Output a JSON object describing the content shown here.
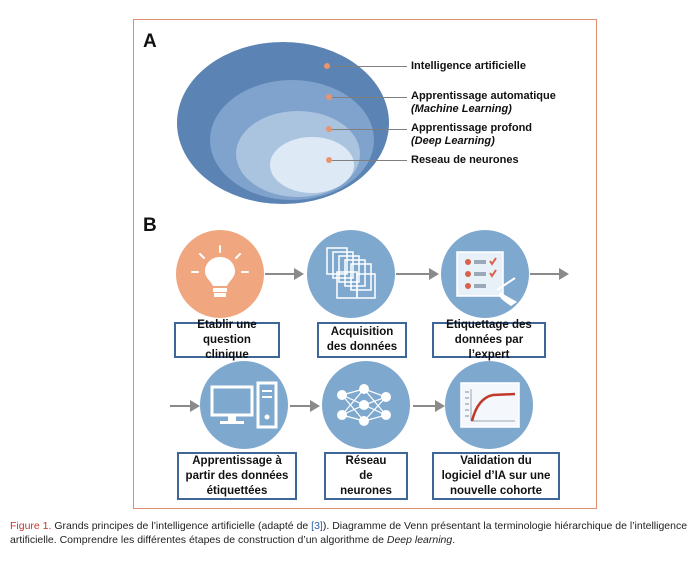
{
  "panel_a": {
    "letter": "A",
    "levels": [
      {
        "title": "Intelligence artificielle",
        "subtitle": ""
      },
      {
        "title": "Apprentissage automatique",
        "subtitle": "(Machine Learning)"
      },
      {
        "title": "Apprentissage profond",
        "subtitle": "(Deep Learning)"
      },
      {
        "title": "Reseau de neurones",
        "subtitle": ""
      }
    ],
    "colors": [
      "#5b83b3",
      "#7fa3cc",
      "#aac4e0",
      "#dde9f5"
    ]
  },
  "panel_b": {
    "letter": "B",
    "steps": [
      {
        "label_l1": "Etablir une",
        "label_l2": "question clinique",
        "label_l3": "",
        "icon": "lightbulb-icon"
      },
      {
        "label_l1": "Acquisition",
        "label_l2": "des données",
        "label_l3": "",
        "icon": "documents-stack-icon"
      },
      {
        "label_l1": "Etiquettage des",
        "label_l2": "données par l’expert",
        "label_l3": "",
        "icon": "checklist-icon"
      },
      {
        "label_l1": "Apprentissage à",
        "label_l2": "partir des données",
        "label_l3": "étiquettées",
        "icon": "computer-icon"
      },
      {
        "label_l1": "Réseau",
        "label_l2": "de",
        "label_l3": "neurones",
        "icon": "neural-network-icon"
      },
      {
        "label_l1": "Validation du",
        "label_l2": "logiciel d’IA sur une",
        "label_l3": "nouvelle cohorte",
        "icon": "learning-curve-icon"
      }
    ],
    "circle_color": "#7fa8cf",
    "accent_color": "#f0a77f",
    "box_border_color": "#3e6696"
  },
  "caption": {
    "figure_label": "Figure 1.",
    "text_1": " Grands principes de l’intelligence artificielle (adapté de ",
    "ref": "[3]",
    "text_2": "). Diagramme de Venn présentant la terminologie hiérarchique de l’intelligence artificielle. Comprendre les différentes étapes de construction d’un algorithme de ",
    "emph": "Deep learning",
    "text_3": "."
  }
}
